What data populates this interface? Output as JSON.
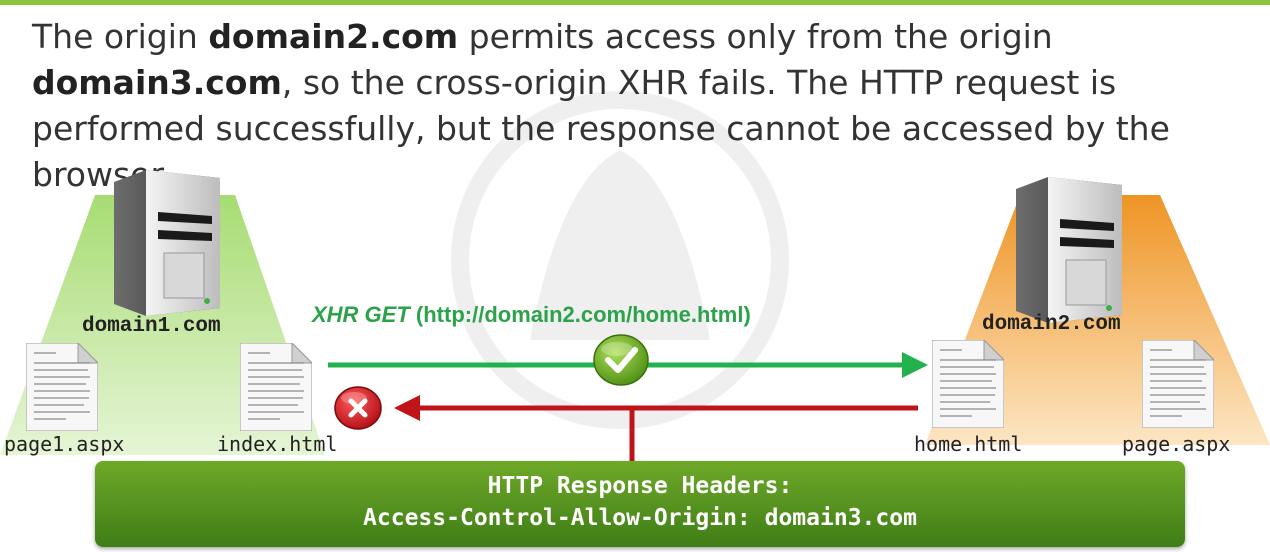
{
  "caption": {
    "part1": "The origin ",
    "origin_a": "domain2.com",
    "part2": " permits access only from the origin ",
    "origin_b": "domain3.com",
    "part3": ", so the cross-origin XHR fails. The HTTP request is performed successfully, but the response cannot be accessed by the browser."
  },
  "left_host": {
    "name": "domain1.com",
    "files": [
      "page1.aspx",
      "index.html"
    ]
  },
  "right_host": {
    "name": "domain2.com",
    "files": [
      "home.html",
      "page.aspx"
    ]
  },
  "request": {
    "verb": "XHR GET",
    "url": " (http://domain2.com/home.html)",
    "status_icon": "check-icon"
  },
  "response": {
    "status_icon": "x-icon",
    "headers_title": "HTTP Response Headers:",
    "header_line": "Access-Control-Allow-Origin: domain3.com"
  },
  "colors": {
    "request_arrow": "#22b14c",
    "response_arrow": "#c0141b",
    "left_cone": "#b9e28c",
    "right_cone": "#f5a43a",
    "headers_box": "#4e8d1c"
  }
}
